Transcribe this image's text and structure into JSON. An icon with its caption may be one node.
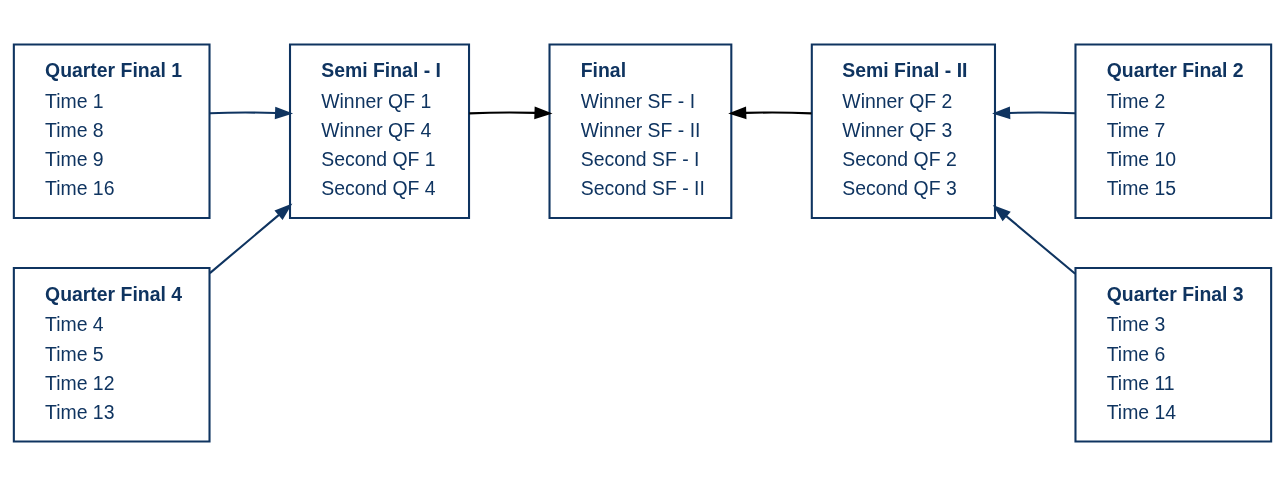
{
  "diagram": {
    "nodes": [
      {
        "text": [
          "Quarter Final 1",
          "Time 1",
          "Time 8",
          "Time 9",
          "Time 16"
        ]
      },
      {
        "text": [
          "Quarter Final 2",
          "Time 2",
          "Time 7",
          "Time 10",
          "Time 15"
        ]
      },
      {
        "text": [
          "Semi Final - I",
          "Winner QF 1",
          "Winner QF 4",
          "Second QF 1",
          "Second QF 4"
        ]
      },
      {
        "text": [
          "Final",
          "Winner SF - I",
          "Winner SF - II",
          "Second SF - I",
          "Second SF - II"
        ]
      },
      {
        "text": [
          "Semi Final - II",
          "Winner QF 2",
          "Winner QF 3",
          "Second QF 2",
          "Second QF 3"
        ]
      },
      {
        "text": [
          "Quarter Final 4",
          "Time 4",
          "Time 5",
          "Time 12",
          "Time 13"
        ]
      },
      {
        "text": [
          "Quarter Final 3",
          "Time 3",
          "Time 6",
          "Time 11",
          "Time 14"
        ]
      }
    ],
    "edges": [
      {
        "from": 0,
        "to": 2,
        "arrow": "to"
      },
      {
        "from": 1,
        "to": 4,
        "arrow": "to"
      },
      {
        "from": 2,
        "to": 3,
        "arrow": "to",
        "color": "#000000"
      },
      {
        "from": 4,
        "to": 3,
        "arrow": "to",
        "color": "#000000"
      },
      {
        "from": 5,
        "to": 2,
        "arrow": "to"
      },
      {
        "from": 6,
        "to": 4,
        "arrow": "to"
      }
    ]
  }
}
